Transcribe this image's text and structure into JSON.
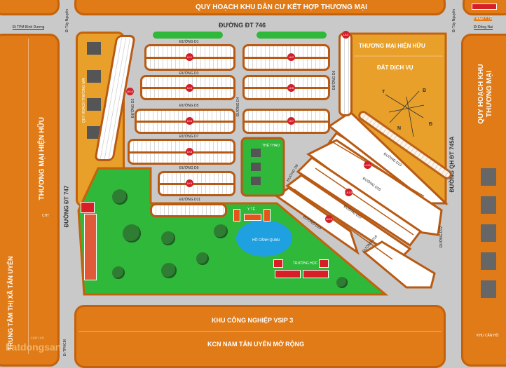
{
  "zones": {
    "top": "QUY HOẠCH KHU DÂN CƯ KẾT HỢP THƯƠNG MẠI",
    "left": "THƯƠNG MẠI HIỆN HỮU",
    "left_far": "TRUNG TÂM THỊ XÃ TÂN UYÊN",
    "right": "QUY HOẠCH KHU THƯƠNG MẠI",
    "bottom1": "KHU CÔNG NGHIỆP VSIP 3",
    "bottom2": "KCN NAM TÂN UYÊN MỞ RỘNG",
    "commerce": "THƯƠNG MẠI HIỆN HỮU",
    "service": "ĐẤT DỊCH VỤ",
    "left_strip": "QUY HOẠCH THƯƠNG MẠI",
    "health_station": "TRẠM Y TẾ",
    "apartments": "KHU CĂN HỘ",
    "cht": "CHT"
  },
  "directions": {
    "binh_duong": "Đi TPM Bình Dương",
    "tay_nguyen": "Đi Tây Nguyên",
    "dong_nai": "Đi Đồng Nai",
    "tphcm": "Đi TPHCM"
  },
  "roads": {
    "dt746": "ĐƯỜNG ĐT 746",
    "dt747": "ĐƯỜNG ĐT 747",
    "dt745a": "ĐƯỜNG QH ĐT 745A",
    "d1": "ĐƯỜNG D1",
    "d3": "ĐƯỜNG D3",
    "d5": "ĐƯỜNG D5",
    "d7": "ĐƯỜNG D7",
    "d9": "ĐƯỜNG D9",
    "d11": "ĐƯỜNG D11",
    "d2": "ĐƯỜNG D2",
    "d4": "ĐƯỜNG D4",
    "d6": "ĐƯỜNG D6",
    "d8": "ĐƯỜNG D8",
    "d13": "ĐƯỜNG D13",
    "d15": "ĐƯỜNG D15",
    "d17": "ĐƯỜNG D17",
    "d19": "ĐƯỜNG D19",
    "d16": "ĐƯỜNG D16",
    "d12": "ĐƯỜNG D12"
  },
  "facilities": {
    "sport": "THỂ THAO",
    "health": "Y TẾ",
    "lake": "HỒ CẢNH QUAN",
    "school": "TRƯỜNG HỌC"
  },
  "compass": {
    "n": "B",
    "s": "N",
    "e": "Đ",
    "w": "T"
  },
  "lots": [
    "LK1",
    "LK2",
    "LK3",
    "LK4",
    "LK5",
    "LK6",
    "LK7",
    "LK8",
    "LK9",
    "LK10",
    "LK11",
    "LK12",
    "LK13"
  ],
  "watermark": {
    "brand": "batdongsan",
    ".com": ".com.vn"
  }
}
